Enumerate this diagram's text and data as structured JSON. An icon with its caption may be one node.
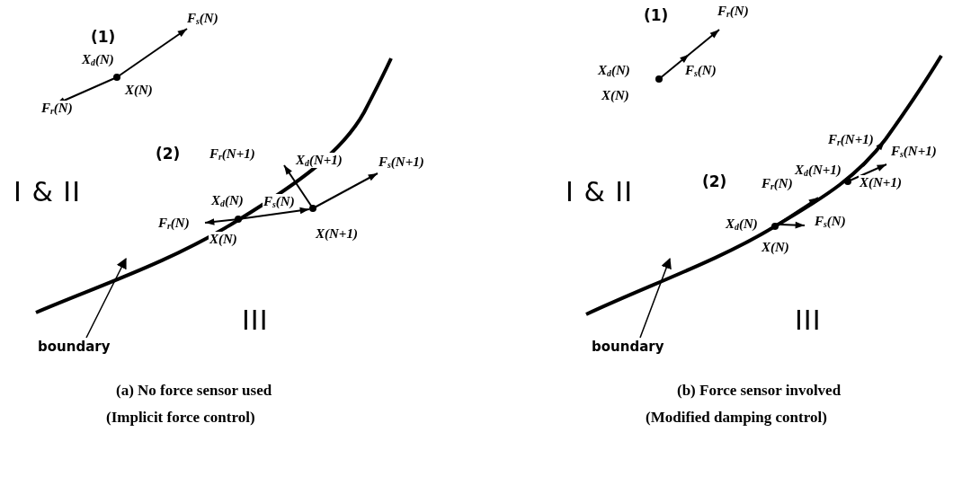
{
  "diagram": {
    "nodes": [
      {
        "text": [
          "boundary"
        ]
      },
      {
        "text": [],
        "shape": "line"
      },
      {
        "text": [
          "boundary"
        ]
      },
      {
        "text": [],
        "shape": "line"
      }
    ],
    "edges": [
      {
        "from": 0,
        "to": 1,
        "arrow": "to"
      },
      {
        "from": 2,
        "to": 3,
        "arrow": "to"
      }
    ],
    "labels": [
      "(1)",
      "F$_{s}$(N)",
      "X$_{d}$(N)",
      "X(N)",
      "F$_{r}$(N)",
      "(2)",
      "F$_{r}$(N+1)",
      "X$_{d}$(N+1)",
      "F$_{s}$(N+1)",
      "I & II",
      "X$_{d}$(N)",
      "F$_{r}$(N)",
      "F$_{s}$(N)",
      "X(N)",
      "X(N+1)",
      "III",
      "(a) No force sensor used",
      "(Implicit force control)",
      "(1)",
      "F$_{r}$(N)",
      "X$_{d}$(N)",
      "F$_{s}$(N)",
      "X(N)",
      "F$_{r}$(N+1)",
      "(2)",
      "X$_{d}$(N+1)",
      "F$_{s}$(N+1)",
      "I & II",
      "F$_{r}$(N)",
      "X(N+1)",
      "X$_{d}$(N)",
      "F$_{s}$(N)",
      "X(N)",
      "III",
      "(b) Force sensor involved",
      "(Modified damping control)"
    ]
  }
}
